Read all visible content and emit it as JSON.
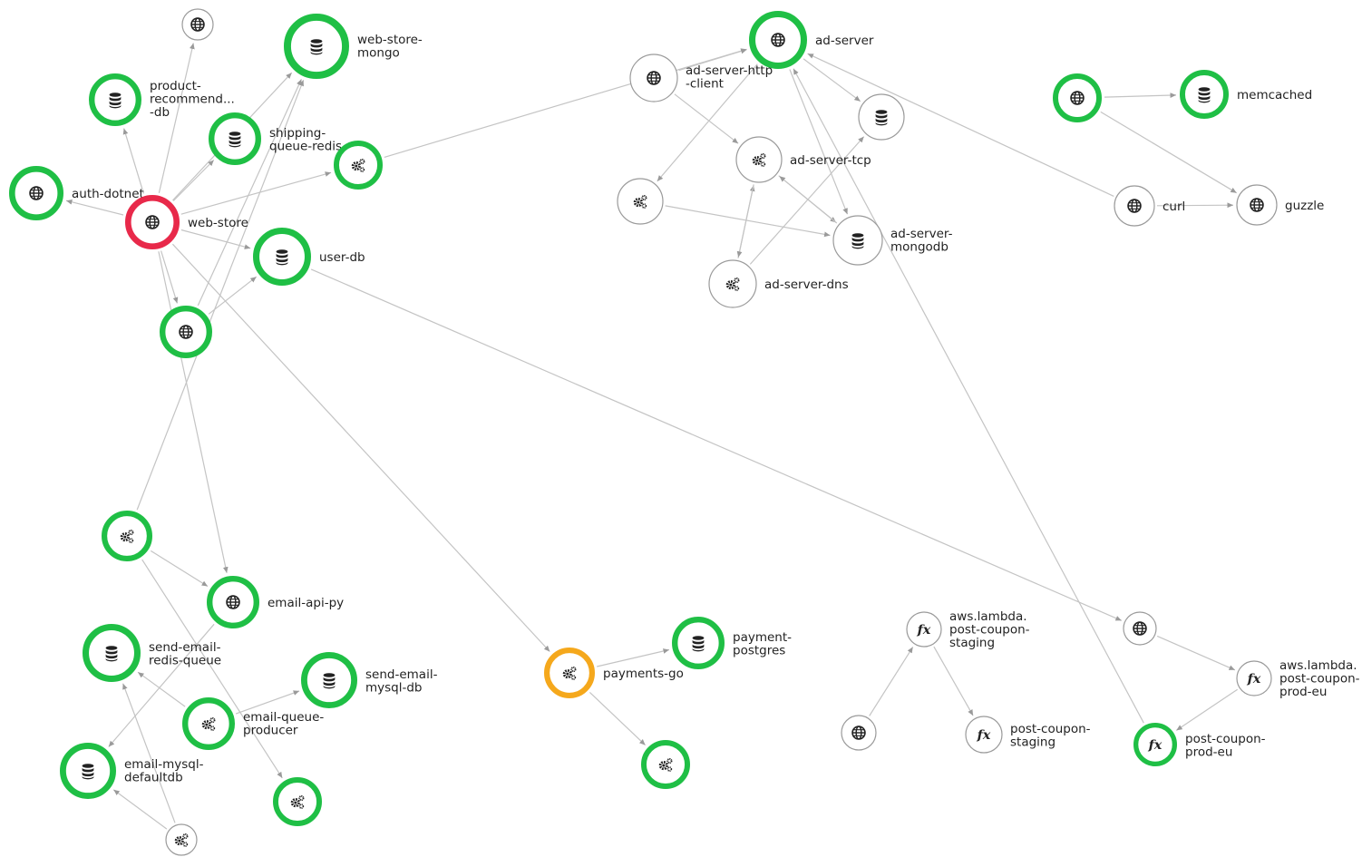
{
  "colors": {
    "healthy": "#1fbf45",
    "error": "#e8294a",
    "warning": "#f5a81c",
    "unmonitored": "#9a9a9a",
    "edge": "#c4c4c4"
  },
  "nodes": [
    {
      "id": "n-globe-top",
      "icon": "globe-icon",
      "status": "unmonitored",
      "lines": []
    },
    {
      "id": "web-store-mongo",
      "icon": "database-icon",
      "status": "healthy",
      "lines": [
        "web-store-",
        "mongo"
      ]
    },
    {
      "id": "product-recommend-db",
      "icon": "database-icon",
      "status": "healthy",
      "lines": [
        "product-",
        "recommend...",
        "-db"
      ]
    },
    {
      "id": "shipping-queue-redis",
      "icon": "database-icon",
      "status": "healthy",
      "lines": [
        "shipping-",
        "queue-redis"
      ]
    },
    {
      "id": "n-gears-ship",
      "icon": "gears-icon",
      "status": "healthy",
      "lines": []
    },
    {
      "id": "auth-dotnet",
      "icon": "globe-icon",
      "status": "healthy",
      "lines": [
        "auth-dotnet"
      ]
    },
    {
      "id": "web-store",
      "icon": "globe-icon",
      "status": "error",
      "lines": [
        "web-store"
      ]
    },
    {
      "id": "user-db",
      "icon": "database-icon",
      "status": "healthy",
      "lines": [
        "user-db"
      ]
    },
    {
      "id": "n-globe-mid",
      "icon": "globe-icon",
      "status": "healthy",
      "lines": []
    },
    {
      "id": "ad-server",
      "icon": "globe-icon",
      "status": "healthy",
      "lines": [
        "ad-server"
      ]
    },
    {
      "id": "ad-server-http-client",
      "icon": "globe-icon",
      "status": "unmonitored",
      "lines": [
        "ad-server-http",
        "-client"
      ]
    },
    {
      "id": "n-db-ad",
      "icon": "database-icon",
      "status": "unmonitored",
      "lines": []
    },
    {
      "id": "ad-server-tcp",
      "icon": "gears-icon",
      "status": "unmonitored",
      "lines": [
        "ad-server-tcp"
      ]
    },
    {
      "id": "n-gears-ad",
      "icon": "gears-icon",
      "status": "unmonitored",
      "lines": []
    },
    {
      "id": "ad-server-mongodb",
      "icon": "database-icon",
      "status": "unmonitored",
      "lines": [
        "ad-server-",
        "mongodb"
      ]
    },
    {
      "id": "ad-server-dns",
      "icon": "gears-icon",
      "status": "unmonitored",
      "lines": [
        "ad-server-dns"
      ]
    },
    {
      "id": "n-globe-memc",
      "icon": "globe-icon",
      "status": "healthy",
      "lines": []
    },
    {
      "id": "memcached",
      "icon": "database-icon",
      "status": "healthy",
      "lines": [
        "memcached"
      ]
    },
    {
      "id": "curl",
      "icon": "globe-icon",
      "status": "unmonitored",
      "lines": [
        "curl"
      ]
    },
    {
      "id": "guzzle",
      "icon": "globe-icon",
      "status": "unmonitored",
      "lines": [
        "guzzle"
      ]
    },
    {
      "id": "n-gears-email",
      "icon": "gears-icon",
      "status": "healthy",
      "lines": []
    },
    {
      "id": "email-api-py",
      "icon": "globe-icon",
      "status": "healthy",
      "lines": [
        "email-api-py"
      ]
    },
    {
      "id": "send-email-redis-queue",
      "icon": "database-icon",
      "status": "healthy",
      "lines": [
        "send-email-",
        "redis-queue"
      ]
    },
    {
      "id": "send-email-mysql-db",
      "icon": "database-icon",
      "status": "healthy",
      "lines": [
        "send-email-",
        "mysql-db"
      ]
    },
    {
      "id": "email-queue-producer",
      "icon": "gears-icon",
      "status": "healthy",
      "lines": [
        "email-queue-",
        "producer"
      ]
    },
    {
      "id": "email-mysql-defaultdb",
      "icon": "database-icon",
      "status": "healthy",
      "lines": [
        "email-mysql-",
        "defaultdb"
      ]
    },
    {
      "id": "n-gears-producer",
      "icon": "gears-icon",
      "status": "healthy",
      "lines": []
    },
    {
      "id": "n-gears-bottom",
      "icon": "gears-icon",
      "status": "unmonitored",
      "lines": []
    },
    {
      "id": "payments-go",
      "icon": "gears-icon",
      "status": "warning",
      "lines": [
        "payments-go"
      ]
    },
    {
      "id": "payment-postgres",
      "icon": "database-icon",
      "status": "healthy",
      "lines": [
        "payment-",
        "postgres"
      ]
    },
    {
      "id": "n-gears-pay",
      "icon": "gears-icon",
      "status": "healthy",
      "lines": []
    },
    {
      "id": "aws-lambda-post-coupon-staging",
      "icon": "function-icon",
      "status": "unmonitored",
      "lines": [
        "aws.lambda.",
        "post-coupon-",
        "staging"
      ]
    },
    {
      "id": "n-globe-lambda",
      "icon": "globe-icon",
      "status": "unmonitored",
      "lines": []
    },
    {
      "id": "post-coupon-staging",
      "icon": "function-icon",
      "status": "unmonitored",
      "lines": [
        "post-coupon-",
        "staging"
      ]
    },
    {
      "id": "n-globe-eu",
      "icon": "globe-icon",
      "status": "unmonitored",
      "lines": []
    },
    {
      "id": "aws-lambda-post-coupon-prod-eu",
      "icon": "function-icon",
      "status": "unmonitored",
      "lines": [
        "aws.lambda.",
        "post-coupon-",
        "prod-eu"
      ]
    },
    {
      "id": "post-coupon-prod-eu",
      "icon": "function-icon",
      "status": "healthy",
      "lines": [
        "post-coupon-",
        "prod-eu"
      ]
    }
  ],
  "edges": [
    [
      "web-store",
      "n-globe-top"
    ],
    [
      "web-store",
      "product-recommend-db"
    ],
    [
      "web-store",
      "web-store-mongo"
    ],
    [
      "web-store",
      "shipping-queue-redis"
    ],
    [
      "web-store",
      "n-gears-ship"
    ],
    [
      "web-store",
      "auth-dotnet"
    ],
    [
      "web-store",
      "user-db"
    ],
    [
      "web-store",
      "n-globe-mid"
    ],
    [
      "web-store",
      "payments-go"
    ],
    [
      "web-store",
      "email-api-py"
    ],
    [
      "n-globe-mid",
      "web-store-mongo"
    ],
    [
      "n-globe-mid",
      "user-db"
    ],
    [
      "n-gears-email",
      "web-store-mongo"
    ],
    [
      "n-gears-ship",
      "ad-server"
    ],
    [
      "ad-server-http-client",
      "ad-server"
    ],
    [
      "ad-server-http-client",
      "ad-server-tcp"
    ],
    [
      "ad-server",
      "n-gears-ad"
    ],
    [
      "ad-server",
      "n-db-ad"
    ],
    [
      "ad-server",
      "ad-server-mongodb"
    ],
    [
      "ad-server-tcp",
      "ad-server-mongodb"
    ],
    [
      "ad-server-mongodb",
      "ad-server-tcp"
    ],
    [
      "n-gears-ad",
      "ad-server-mongodb"
    ],
    [
      "ad-server-dns",
      "ad-server-tcp"
    ],
    [
      "ad-server-tcp",
      "ad-server-dns"
    ],
    [
      "ad-server-dns",
      "n-db-ad"
    ],
    [
      "curl",
      "ad-server"
    ],
    [
      "curl",
      "guzzle"
    ],
    [
      "n-globe-memc",
      "memcached"
    ],
    [
      "n-globe-memc",
      "guzzle"
    ],
    [
      "user-db",
      "n-globe-eu"
    ],
    [
      "n-globe-eu",
      "aws-lambda-post-coupon-prod-eu"
    ],
    [
      "aws-lambda-post-coupon-prod-eu",
      "post-coupon-prod-eu"
    ],
    [
      "post-coupon-prod-eu",
      "ad-server"
    ],
    [
      "n-globe-lambda",
      "aws-lambda-post-coupon-staging"
    ],
    [
      "aws-lambda-post-coupon-staging",
      "post-coupon-staging"
    ],
    [
      "n-gears-email",
      "email-api-py"
    ],
    [
      "n-gears-email",
      "n-gears-producer"
    ],
    [
      "email-api-py",
      "email-mysql-defaultdb"
    ],
    [
      "email-queue-producer",
      "send-email-redis-queue"
    ],
    [
      "email-queue-producer",
      "send-email-mysql-db"
    ],
    [
      "n-gears-bottom",
      "send-email-redis-queue"
    ],
    [
      "n-gears-bottom",
      "email-mysql-defaultdb"
    ],
    [
      "payments-go",
      "payment-postgres"
    ],
    [
      "payments-go",
      "n-gears-pay"
    ]
  ]
}
